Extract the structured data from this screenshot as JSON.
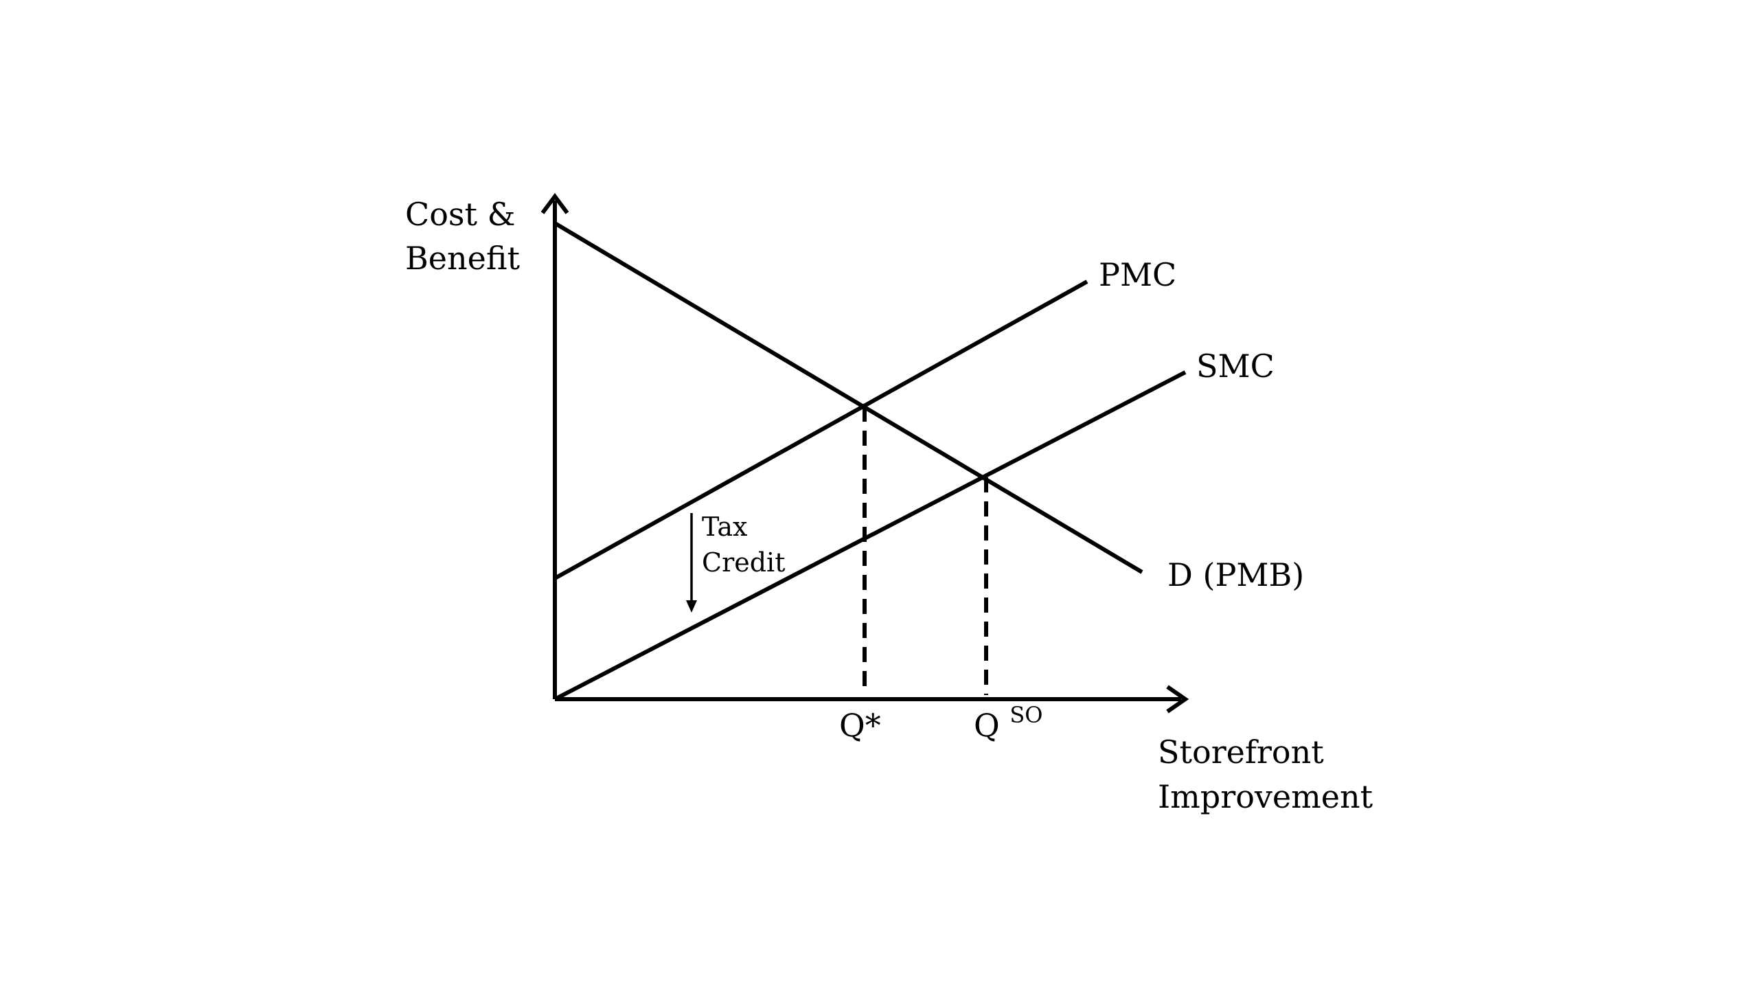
{
  "diagram": {
    "y_axis_label_line1": "Cost &",
    "y_axis_label_line2": "Benefit",
    "x_axis_label_line1": "Storefront",
    "x_axis_label_line2": "Improvement",
    "curve_pmc": "PMC",
    "curve_smc": "SMC",
    "curve_demand": "D (PMB)",
    "shift_label_line1": "Tax",
    "shift_label_line2": "Credit",
    "q_star_label": "Q*",
    "q_so_base": "Q",
    "q_so_superscript": "SO",
    "colors": {
      "ink": "#000000",
      "background": "#ffffff"
    }
  }
}
